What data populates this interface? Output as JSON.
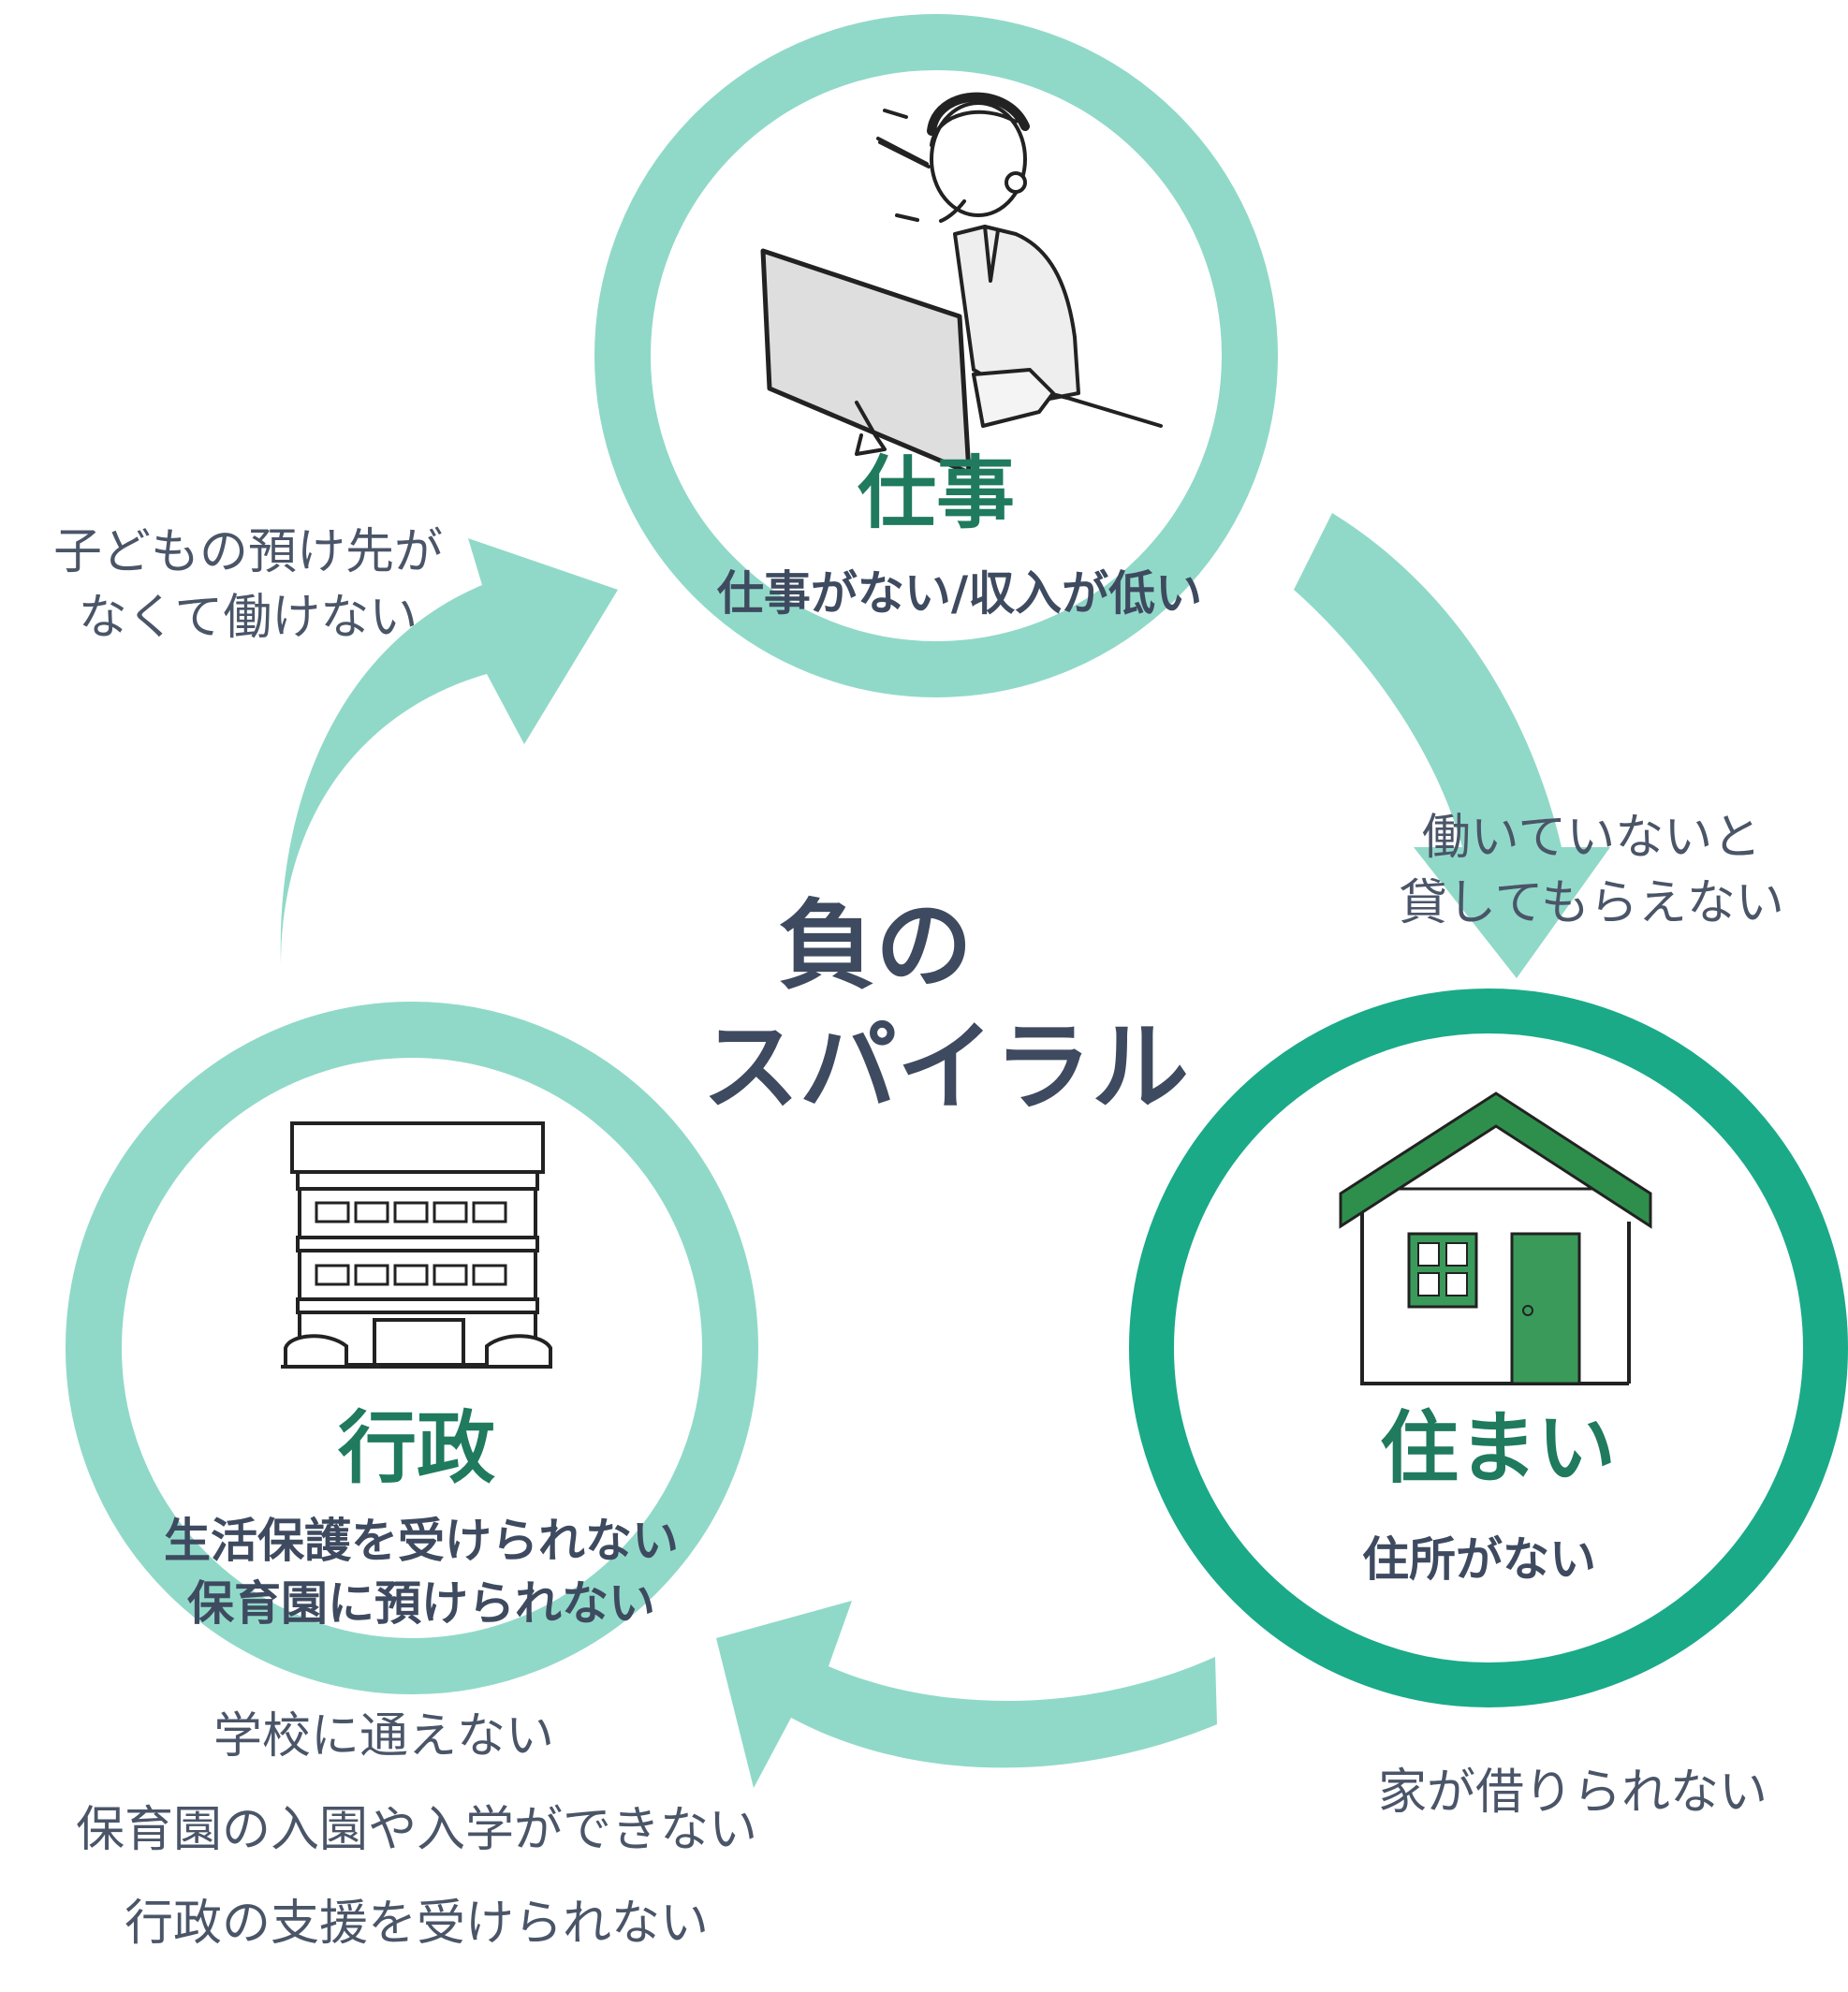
{
  "work": {
    "title": "仕事",
    "subtitle": "仕事がない/収入が低い"
  },
  "housing": {
    "title": "住まい",
    "subtitle": "住所がない"
  },
  "government": {
    "title": "行政",
    "subtitle_lines": [
      "生活保護を受けられない",
      "保育園に預けられない"
    ]
  },
  "center": {
    "lines": [
      "負の",
      "スパイラル"
    ]
  },
  "notes": {
    "childcare": [
      "子どもの預け先が",
      "なくて働けない"
    ],
    "lending": [
      "働いていないと",
      "貸してもらえない"
    ],
    "rental": "家が借りられない",
    "government": [
      "学校に通えない",
      "保育園の入園や入学ができない",
      "行政の支援を受けられない"
    ]
  },
  "colors": {
    "light_ring": "#90d9c8",
    "dark_ring": "#1aaa88",
    "title_green": "#1f7a5e",
    "text_slate": "#3e4a5f",
    "house_green": "#2e8f4c"
  },
  "icons": [
    "worker-at-computer-icon",
    "building-icon",
    "house-icon"
  ]
}
